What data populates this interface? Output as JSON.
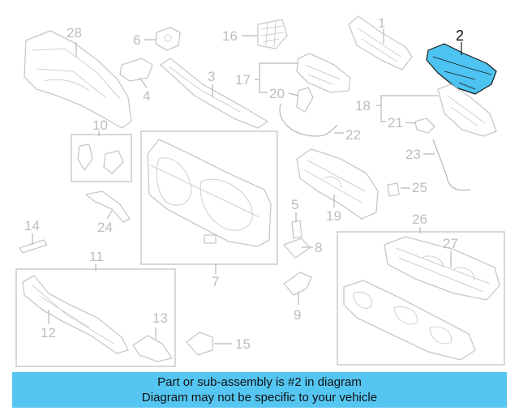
{
  "diagram": {
    "highlight_color": "#4cc3f0",
    "highlighted_part": "2",
    "callouts": {
      "p1": "1",
      "p2": "2",
      "p3": "3",
      "p4": "4",
      "p5": "5",
      "p6": "6",
      "p7": "7",
      "p8": "8",
      "p9": "9",
      "p10": "10",
      "p11": "11",
      "p12": "12",
      "p13": "13",
      "p14": "14",
      "p15": "15",
      "p16": "16",
      "p17": "17",
      "p18": "18",
      "p19": "19",
      "p20": "20",
      "p21": "21",
      "p22": "22",
      "p23": "23",
      "p24": "24",
      "p25": "25",
      "p26": "26",
      "p27": "27",
      "p28": "28"
    }
  },
  "banner": {
    "line1": "Part or sub-assembly is #2 in diagram",
    "line2": "Diagram may not be specific to your vehicle",
    "background": "#55c6f2"
  }
}
